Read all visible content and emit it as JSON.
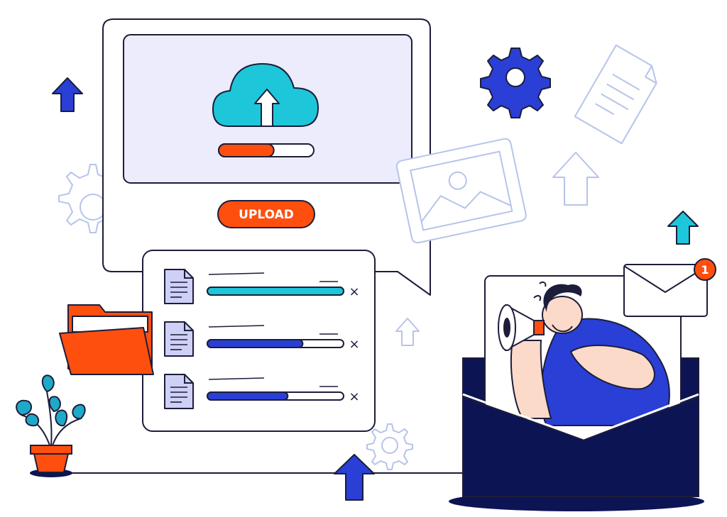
{
  "upload_panel": {
    "button_label": "UPLOAD",
    "main_progress": 0.58
  },
  "file_list": {
    "items": [
      {
        "progress": 1.0,
        "remove": "×"
      },
      {
        "progress": 0.7,
        "remove": "×"
      },
      {
        "progress": 0.59,
        "remove": "×"
      }
    ]
  },
  "notification": {
    "badge_count": "1"
  },
  "colors": {
    "outline": "#1c1d3a",
    "accent_orange": "#fe4f0f",
    "cyan": "#1ec6d9",
    "blue": "#2a3fd6",
    "navy": "#0d1454",
    "lavender": "#ececfd",
    "doc_lavender": "#cfd0f6",
    "light_outline": "#b6c4ea",
    "skin": "#fbdac9",
    "plant_teal": "#1fa9c9"
  },
  "icons": [
    "cloud-upload-icon",
    "gear-icon",
    "document-icon",
    "image-icon",
    "arrow-up-icon",
    "folder-icon",
    "envelope-icon",
    "megaphone-icon",
    "plant-icon",
    "close-icon"
  ]
}
